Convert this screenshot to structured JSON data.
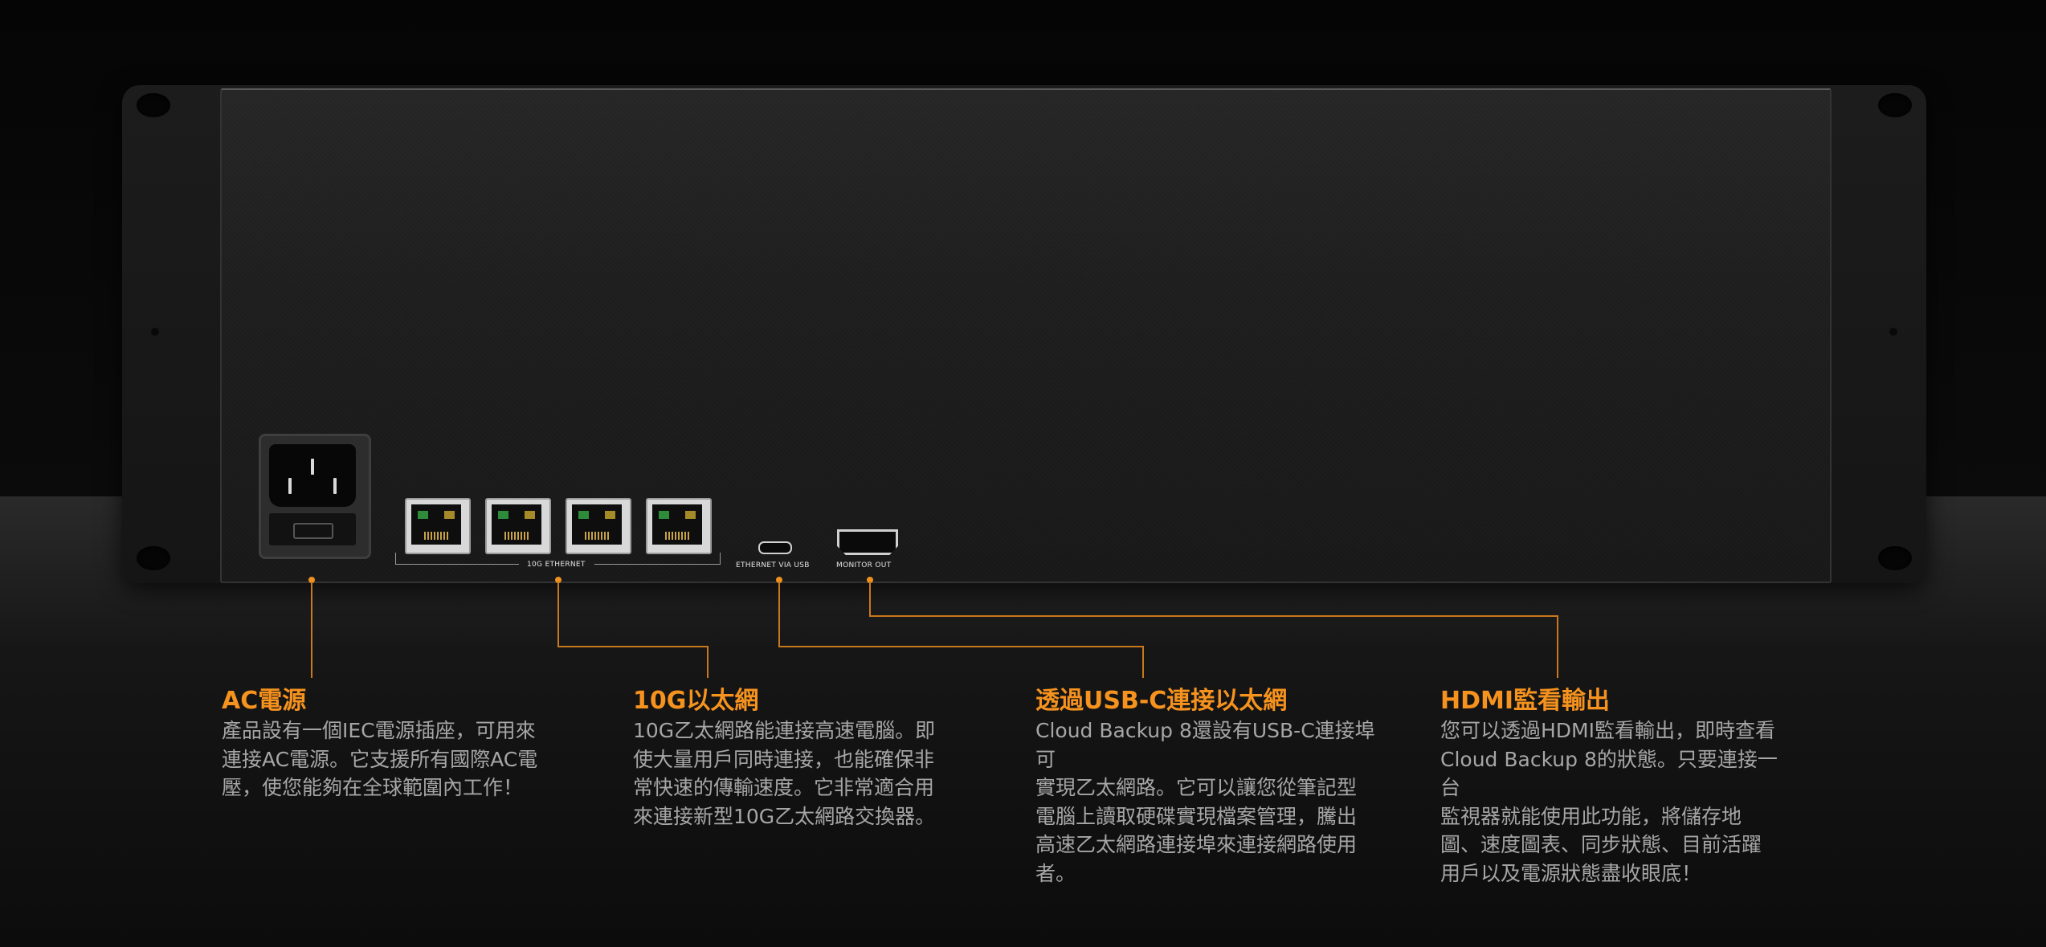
{
  "product": "Cloud Backup 8",
  "ports": {
    "ethernet_10g_label": "10G ETHERNET",
    "ethernet_usb_label": "ETHERNET VIA USB",
    "monitor_out_label": "MONITOR OUT"
  },
  "features": [
    {
      "title": "AC電源",
      "lines": [
        "產品設有一個IEC電源插座，可用來",
        "連接AC電源。它支援所有國際AC電",
        "壓，使您能夠在全球範圍內工作！"
      ]
    },
    {
      "title": "10G以太網",
      "lines": [
        "10G乙太網路能連接高速電腦。即",
        "使大量用戶同時連接，也能確保非",
        "常快速的傳輸速度。它非常適合用",
        "來連接新型10G乙太網路交換器。"
      ]
    },
    {
      "title": "透過USB-C連接以太網",
      "lines": [
        "Cloud Backup 8還設有USB-C連接埠可",
        "實現乙太網路。它可以讓您從筆記型",
        "電腦上讀取硬碟實現檔案管理，騰出",
        "高速乙太網路連接埠來連接網路使用",
        "者。"
      ]
    },
    {
      "title": "HDMI監看輸出",
      "lines": [
        "您可以透過HDMI監看輸出，即時查看",
        "Cloud Backup 8的狀態。只要連接一台",
        "監視器就能使用此功能，將儲存地",
        "圖、速度圖表、同步狀態、目前活躍",
        "用戶以及電源狀態盡收眼底！"
      ]
    }
  ],
  "colors": {
    "accent": "#f6921e",
    "line": "#c9781d",
    "body_text": "#a6a6a6"
  }
}
